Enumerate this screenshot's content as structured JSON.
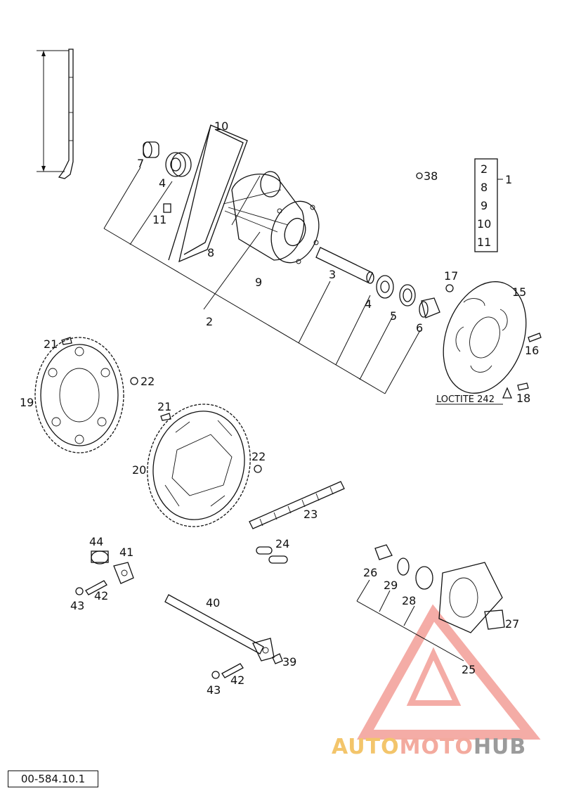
{
  "parts": {
    "p1": "1",
    "p2": "2",
    "p3": "3",
    "p4a": "4",
    "p4b": "4",
    "p5": "5",
    "p6": "6",
    "p7": "7",
    "p8": "8",
    "p9": "9",
    "p10": "10",
    "p11": "11",
    "p15": "15",
    "p16": "16",
    "p17": "17",
    "p18": "18",
    "p19": "19",
    "p20": "20",
    "p21a": "21",
    "p21b": "21",
    "p22a": "22",
    "p22b": "22",
    "p23": "23",
    "p24": "24",
    "p25": "25",
    "p26": "26",
    "p27": "27",
    "p28": "28",
    "p29": "29",
    "p38": "38",
    "p39": "39",
    "p40": "40",
    "p41": "41",
    "p42a": "42",
    "p42b": "42",
    "p43a": "43",
    "p43b": "43",
    "p44": "44"
  },
  "kit_box": [
    "2",
    "8",
    "9",
    "10",
    "11"
  ],
  "note": "LOCTITE 242",
  "diagram_code": "00-584.10.1",
  "watermark": {
    "word_a": "AUTO",
    "word_b": "MOTO",
    "word_c": "HUB",
    "color": "#e8483b"
  }
}
